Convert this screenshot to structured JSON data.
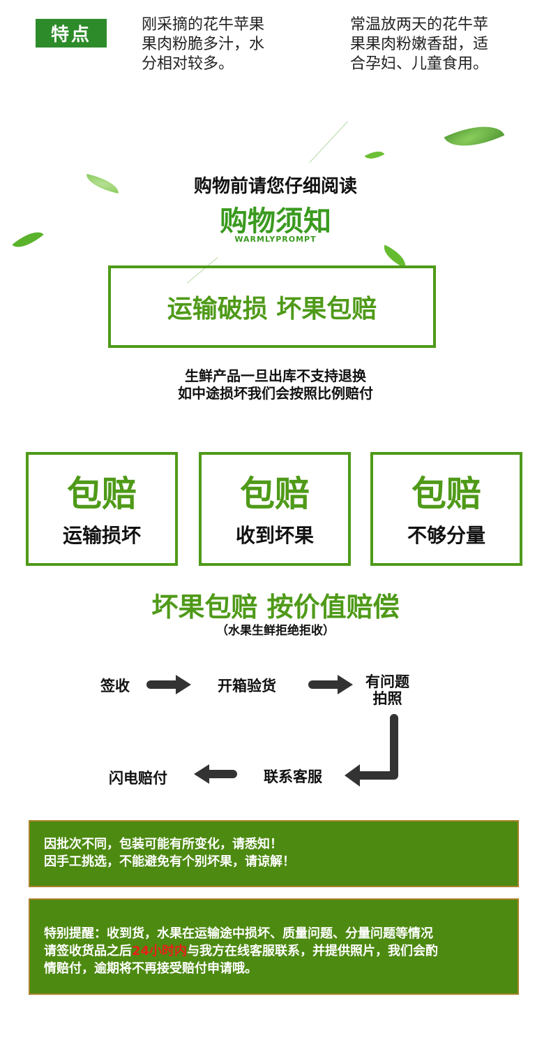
{
  "features": {
    "tag": "特点",
    "left_lines": [
      "刚采摘的花牛苹果",
      "果肉粉脆多汁，水",
      "分相对较多。"
    ],
    "right_lines": [
      "常温放两天的花牛苹",
      "果果肉粉嫩香甜，适",
      "合孕妇、儿童食用。"
    ]
  },
  "notice": {
    "pre_title": "购物前请您仔细阅读",
    "title": "购物须知",
    "subtitle": "WARMLYPROMPT",
    "box_text": "运输破损 坏果包赔",
    "desc_lines": [
      "生鲜产品一旦出库不支持退换",
      "如中途损坏我们会按照比例赔付"
    ]
  },
  "compensation": [
    {
      "big": "包赔",
      "small": "运输损坏"
    },
    {
      "big": "包赔",
      "small": "收到坏果"
    },
    {
      "big": "包赔",
      "small": "不够分量"
    }
  ],
  "value": {
    "title": "坏果包赔 按价值赔偿",
    "note": "（水果生鲜拒绝拒收）"
  },
  "flow": {
    "step1": "签收",
    "step2": "开箱验货",
    "step3_line1": "有问题",
    "step3_line2": "拍照",
    "step4": "联系客服",
    "step5": "闪电赔付"
  },
  "panel1": {
    "line1": "因批次不同，包装可能有所变化，请悉知！",
    "line2": "因手工挑选，不能避免有个别坏果，请谅解！"
  },
  "panel2": {
    "line1": "特别提醒：收到货，水果在运输途中损坏、质量问题、分量问题等情况",
    "line2_before": "请签收货品之后",
    "line2_highlight": "24小时内",
    "line2_after": "与我方在线客服联系，并提供照片，我们会酌",
    "line3": "情赔付，逾期将不再接受赔付申请哦。"
  },
  "colors": {
    "brand_green": "#4f9a19",
    "tag_green": "#2e8b2a",
    "panel_green": "#4d8a11",
    "highlight_red": "#e8201b"
  }
}
